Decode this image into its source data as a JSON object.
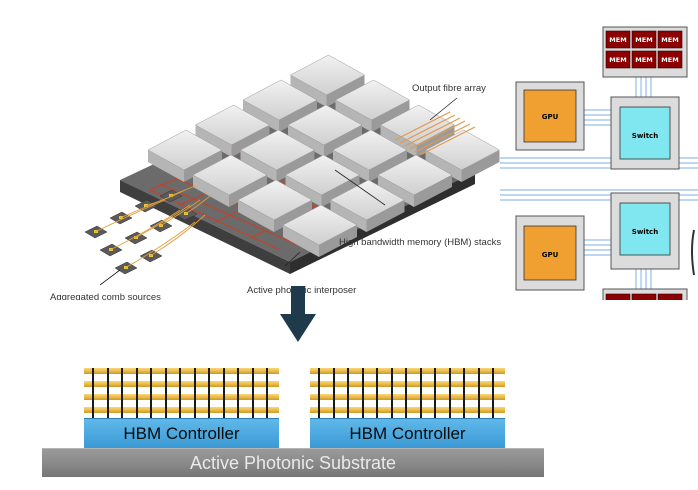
{
  "photonic_figure": {
    "label_output": "Output fibre array",
    "label_hbm": "High bandwidth memory (HBM) stacks",
    "label_comb": "Aggregated comb sources",
    "label_interposer": "Active photonic interposer"
  },
  "topology": {
    "gpu_label": "GPU",
    "switch_label": "Switch",
    "mem_label": "MEM"
  },
  "hbm_stack": {
    "controller_left": "HBM Controller",
    "controller_right": "HBM Controller",
    "substrate": "Active Photonic Substrate"
  },
  "colors": {
    "gpu": "#f0a030",
    "switch": "#80e6f0",
    "mem": "#8b0000",
    "controller": "#4aa8e0",
    "dram_layer": "#e8b640",
    "substrate": "#8a8a8a",
    "arrow": "#1f3a4a"
  }
}
